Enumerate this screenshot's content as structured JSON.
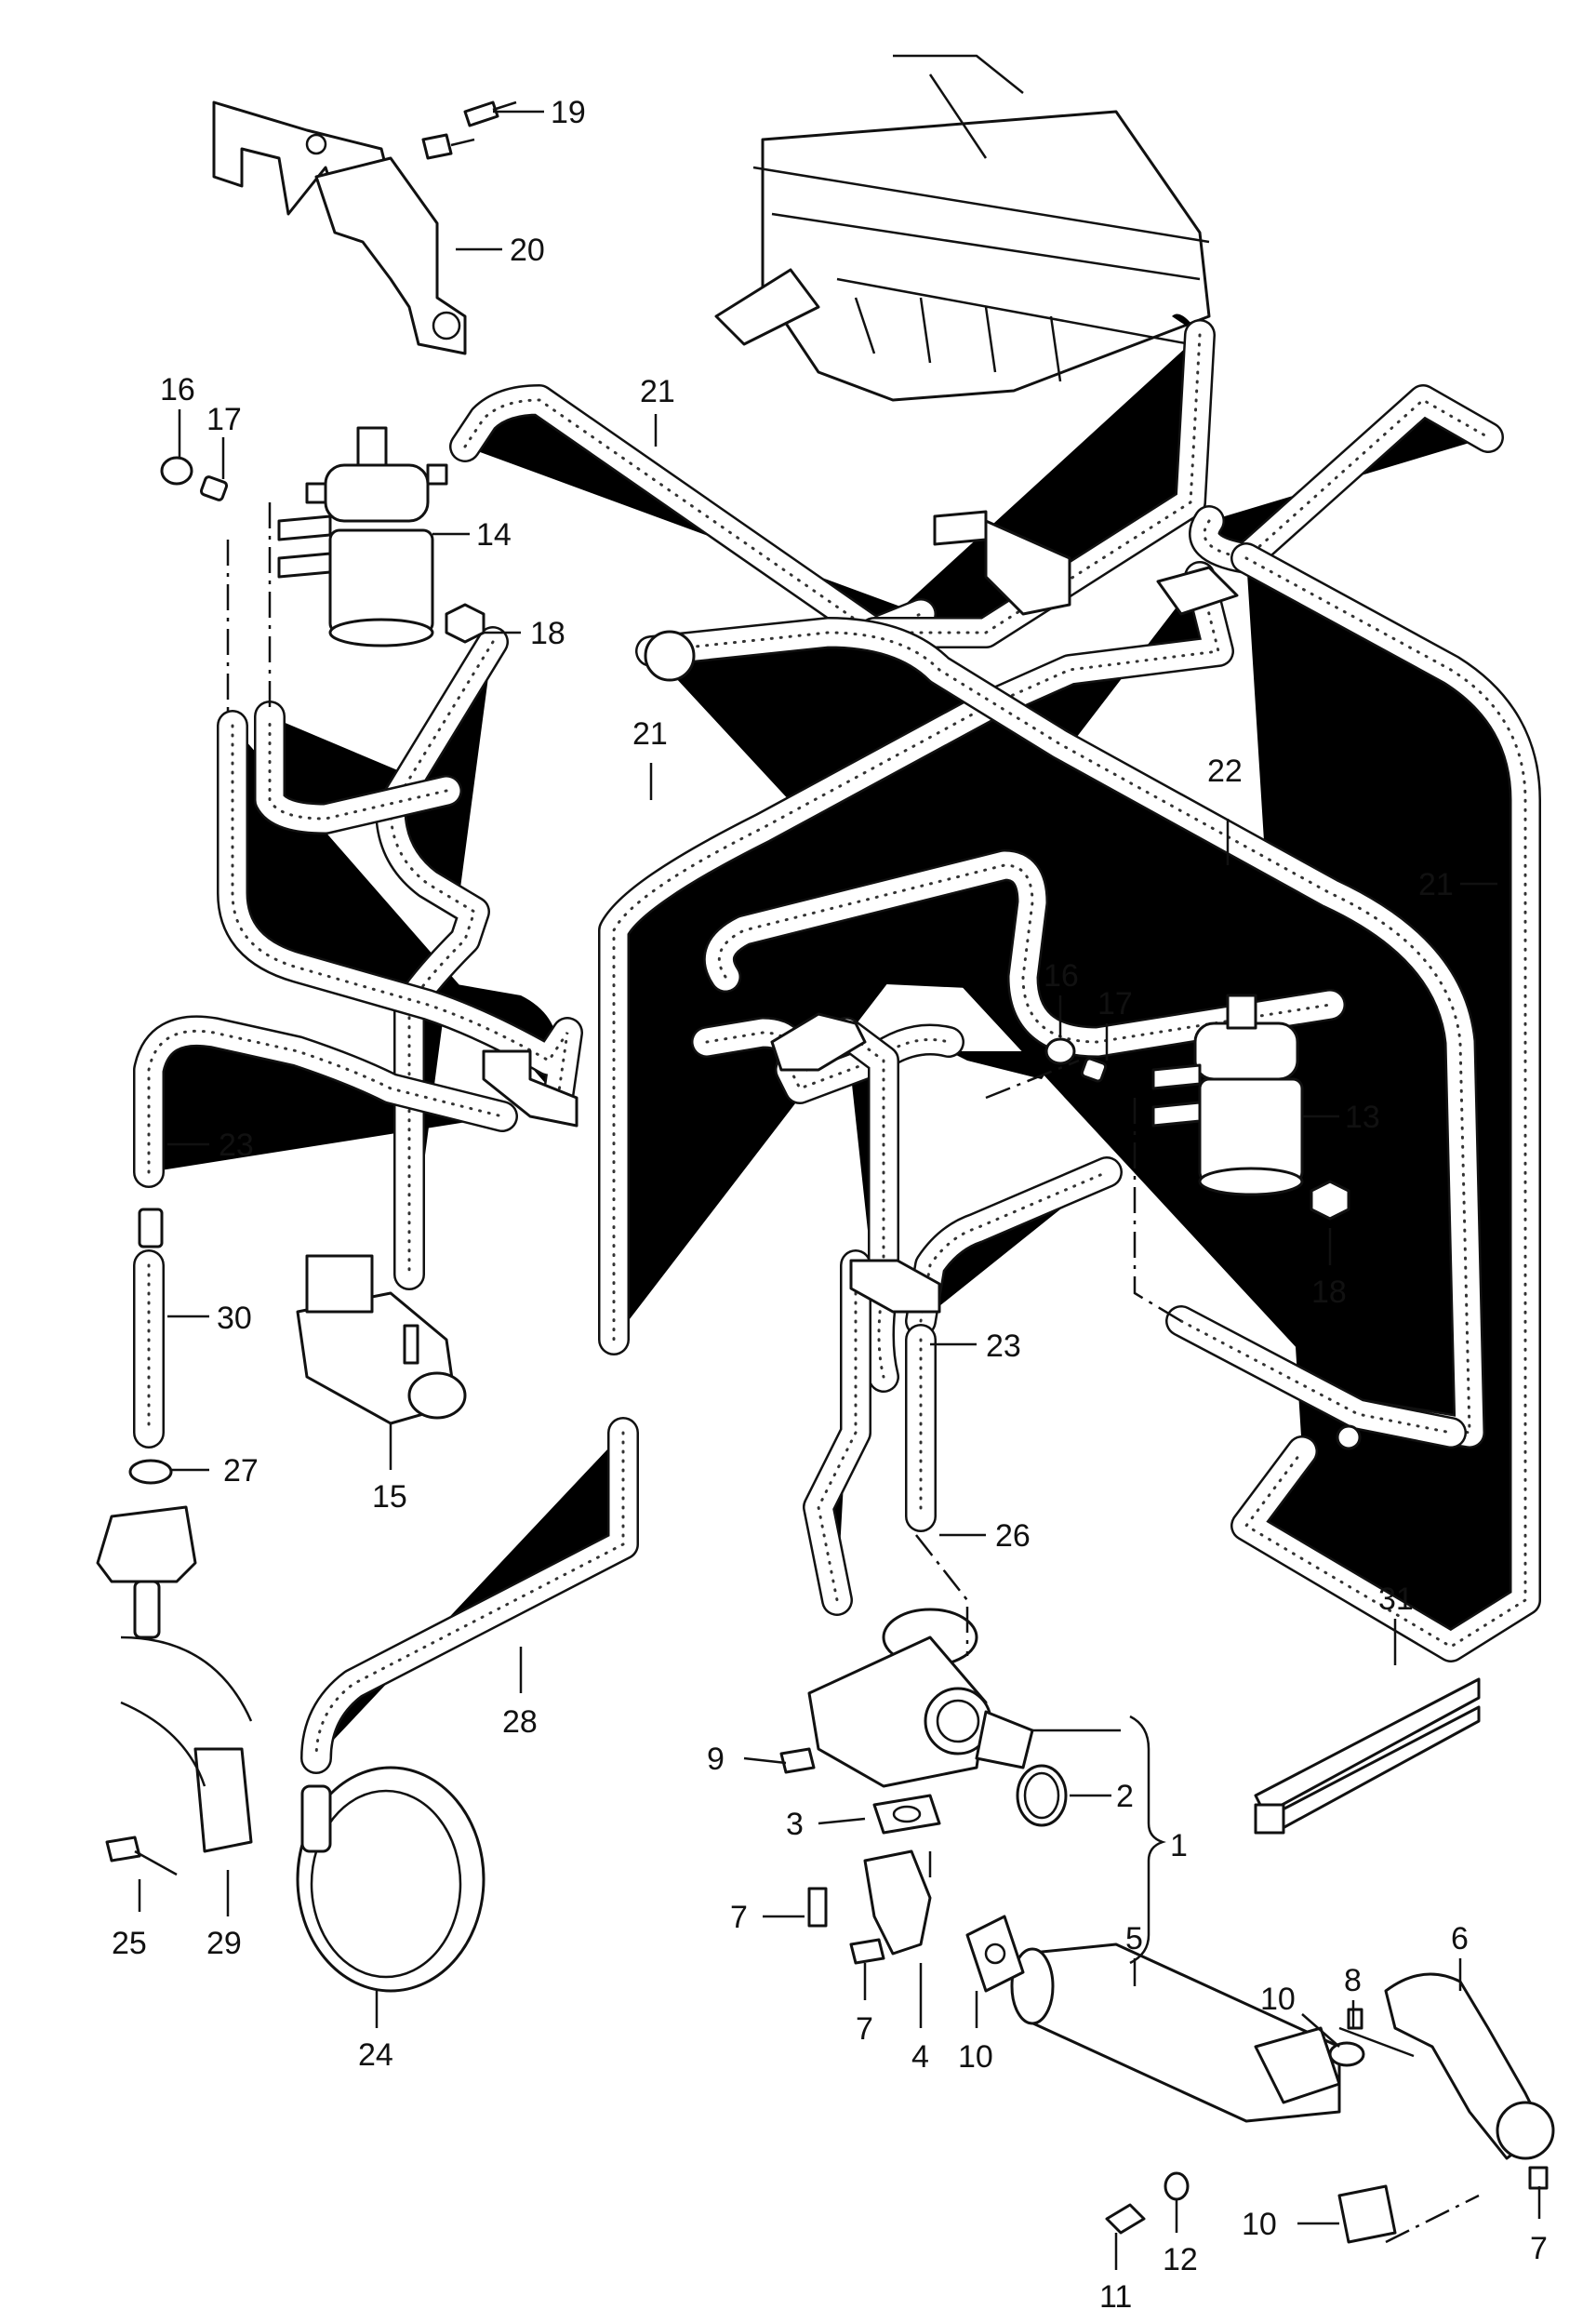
{
  "callouts": {
    "c1": "1",
    "c2": "2",
    "c3": "3",
    "c4": "4",
    "c5": "5",
    "c6": "6",
    "c7a": "7",
    "c7b": "7",
    "c7c": "7",
    "c8": "8",
    "c9": "9",
    "c10a": "10",
    "c10b": "10",
    "c10c": "10",
    "c11": "11",
    "c12": "12",
    "c13": "13",
    "c14": "14",
    "c15": "15",
    "c16a": "16",
    "c16b": "16",
    "c17a": "17",
    "c17b": "17",
    "c18a": "18",
    "c18b": "18",
    "c19": "19",
    "c20": "20",
    "c21a": "21",
    "c21b": "21",
    "c21c": "21",
    "c22": "22",
    "c23a": "23",
    "c23b": "23",
    "c24": "24",
    "c25": "25",
    "c26": "26",
    "c27": "27",
    "c28": "28",
    "c29": "29",
    "c30": "30",
    "c31": "31"
  }
}
